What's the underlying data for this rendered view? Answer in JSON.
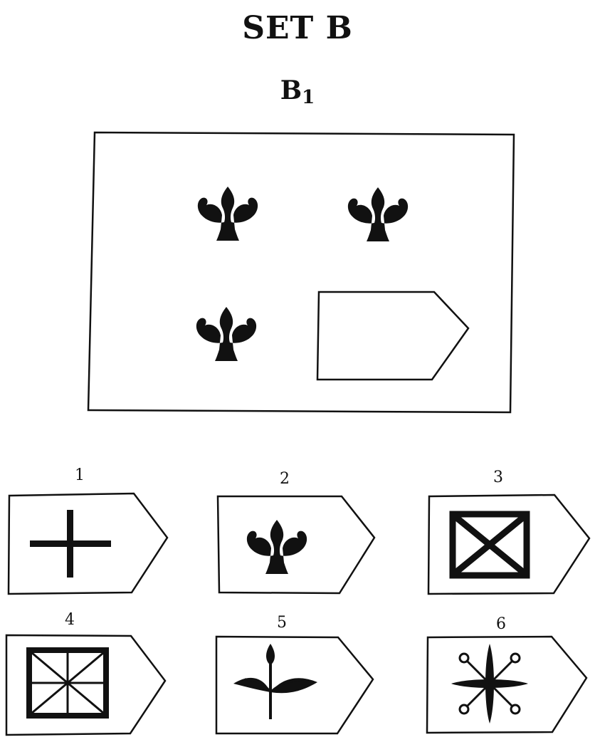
{
  "title": "SET B",
  "problem": {
    "label": "B",
    "subscript": "1"
  },
  "options": [
    {
      "number": "1",
      "symbol": "plus-cross"
    },
    {
      "number": "2",
      "symbol": "fleur-de-lis"
    },
    {
      "number": "3",
      "symbol": "x-in-box"
    },
    {
      "number": "4",
      "symbol": "asterisk-in-box"
    },
    {
      "number": "5",
      "symbol": "leaf-sprig"
    },
    {
      "number": "6",
      "symbol": "star-flower"
    }
  ],
  "colors": {
    "ink": "#111111",
    "paper": "#ffffff"
  }
}
